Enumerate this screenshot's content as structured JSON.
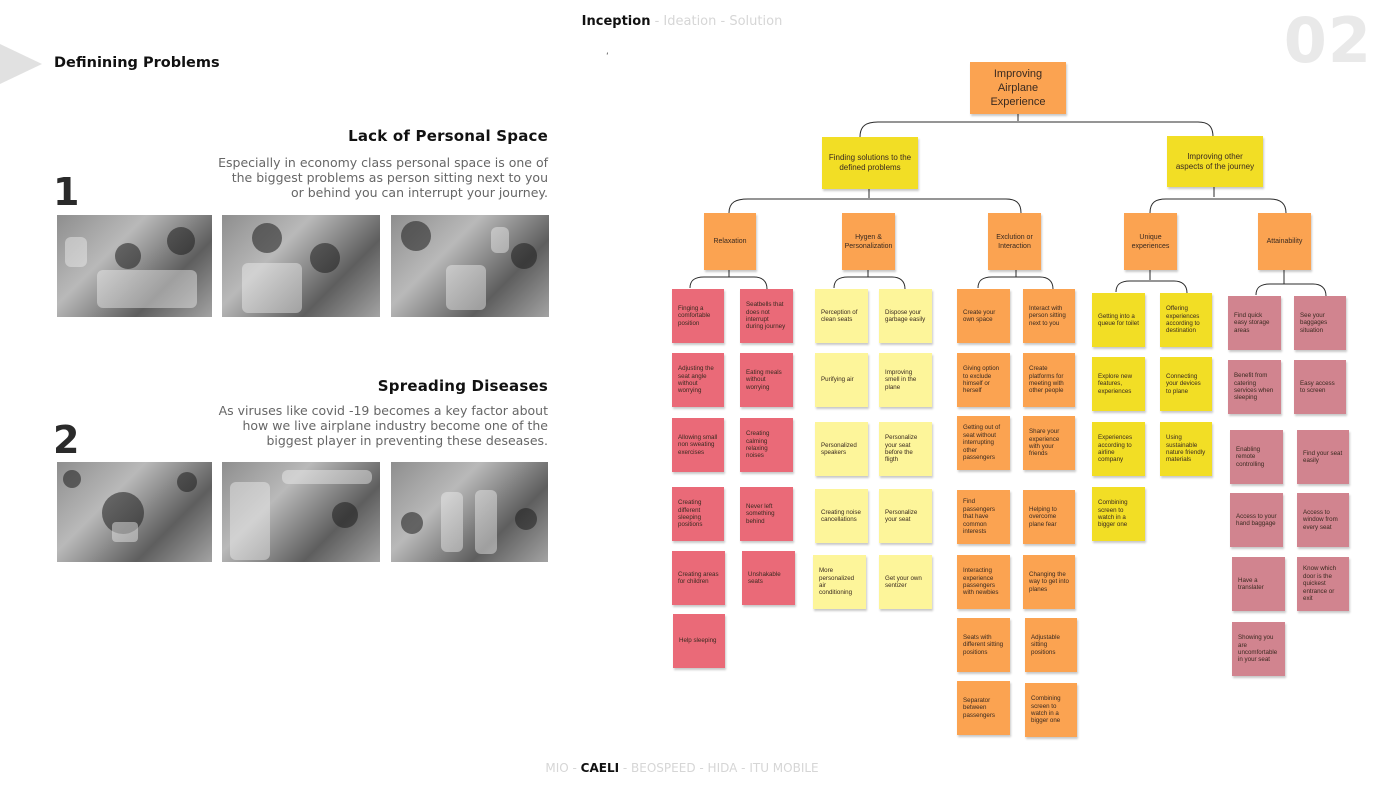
{
  "nav": {
    "inception": "Inception",
    "sep1": " - ",
    "ideation": "Ideation",
    "sep2": " - ",
    "solution": "Solution"
  },
  "page_number": "02",
  "mark": "ʻ",
  "section_title": "Definining Problems",
  "problems": [
    {
      "number": "1",
      "title": "Lack of Personal Space",
      "description": "Especially in economy class personal space is one of the biggest problems as person sitting next to you or behind you can interrupt your journey."
    },
    {
      "number": "2",
      "title": "Spreading  Diseases",
      "description": "As viruses like covid -19 becomes a key factor about how we live airplane industry become one of the biggest player in preventing these deseases."
    }
  ],
  "mindmap": {
    "root": "Improving Airplane Experience",
    "branches": [
      {
        "label": "Finding solutions to the defined problems"
      },
      {
        "label": "Improving other aspects of the journey"
      }
    ],
    "categories": [
      {
        "label": "Relaxation"
      },
      {
        "label": "Hygen & Personalization"
      },
      {
        "label": "Exclution or Interaction"
      },
      {
        "label": "Unique experiences"
      },
      {
        "label": "Attainability"
      }
    ],
    "notes": {
      "relaxation": [
        "Finging a comfortable position",
        "Seatbells that does not interrupt during journey",
        "Adjusting the seat angle without worrying",
        "Eating meals without worrying",
        "Allowing small non sweating exercises",
        "Creating calming relaxing noises",
        "Creating different sleeping positions",
        "Never left something behind",
        "Creating areas for children",
        "Unshakable seats",
        "Help sleeping"
      ],
      "hygen": [
        "Perception of clean seats",
        "Dispose your garbage easily",
        "Purifying air",
        "Improving smell in the plane",
        "Personalized speakers",
        "Personalize your seat before the fligth",
        "Creating noise cancellations",
        "Personalize your seat",
        "More personalized air conditioning",
        "Get your own sentizer"
      ],
      "exclution": [
        "Create your own space",
        "Interact with person sitting next to you",
        "Giving option to exclude himself or herself",
        "Create platforms for meeting with other people",
        "Getting out of seat without interrupting other passengers",
        "Share your experience with your friends",
        "Find passengers that have common interests",
        "Helping to overcome plane fear",
        "Interacting experience passengers with newbies",
        "Changing the way to get into planes",
        "Seats with different sitting positions",
        "Adjustable sitting positions",
        "Separator between passengers",
        "Combining screen to watch in a bigger one"
      ],
      "unique": [
        "Getting into a queue for toilet",
        "Offering experiences according to destination",
        "Explore new features, experiences",
        "Connecting your devices to plane",
        "Experiences according to airline company",
        "Using sustainable nature friendly materials",
        "Combining screen to watch in a bigger one"
      ],
      "attainability": [
        "Find quick easy storage areas",
        "See your baggages situation",
        "Benefit from catering services when sleeping",
        "Easy access to screen",
        "Enabling remote controlling",
        "Find your seat easily",
        "Access to your hand baggage",
        "Access to window from every seat",
        "Have a translater",
        "Know which door is the quickest entrance or exit",
        "Showing you are uncomfortable in your seat"
      ]
    }
  },
  "footer": {
    "items": [
      "MIO",
      "CAELI",
      "BEOSPEED",
      "HIDA",
      "ITU MOBILE"
    ],
    "separator": " - "
  },
  "colors": {
    "orange": "#fba351",
    "yellow": "#f2de25",
    "light_yellow": "#fdf59a",
    "red": "#ea6a78",
    "rose": "#d1848f"
  }
}
